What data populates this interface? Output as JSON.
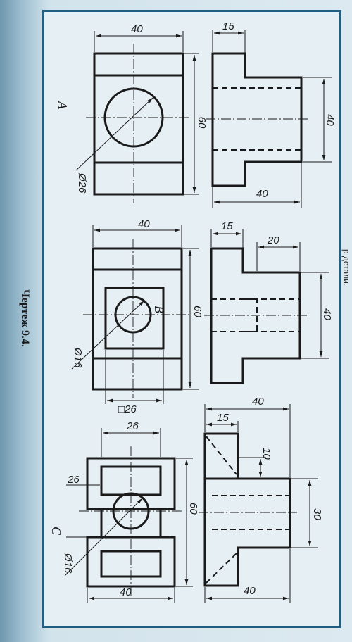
{
  "caption": "Чертеж 9.4.",
  "header_fragment": "р детали.",
  "colors": {
    "panel_border": "#1f5f84",
    "ink": "#1a1a1a"
  },
  "views": [
    {
      "label": "А",
      "dims": {
        "width": "40",
        "height": "60",
        "hole": "Ø26",
        "step": "15",
        "side_height": "40",
        "depth": "40"
      }
    },
    {
      "label": "В",
      "dims": {
        "width": "40",
        "height": "60",
        "hole": "Ø16",
        "square": "□26",
        "step": "15",
        "inner_step": "20",
        "side_height": "40"
      }
    },
    {
      "label": "С",
      "dims": {
        "slot_width": "26",
        "slot_height": "26",
        "height": "60",
        "hole": "Ø16",
        "width": "40",
        "overall": "40",
        "step": "15",
        "small": "10",
        "side_height": "30",
        "depth": "40"
      }
    }
  ]
}
